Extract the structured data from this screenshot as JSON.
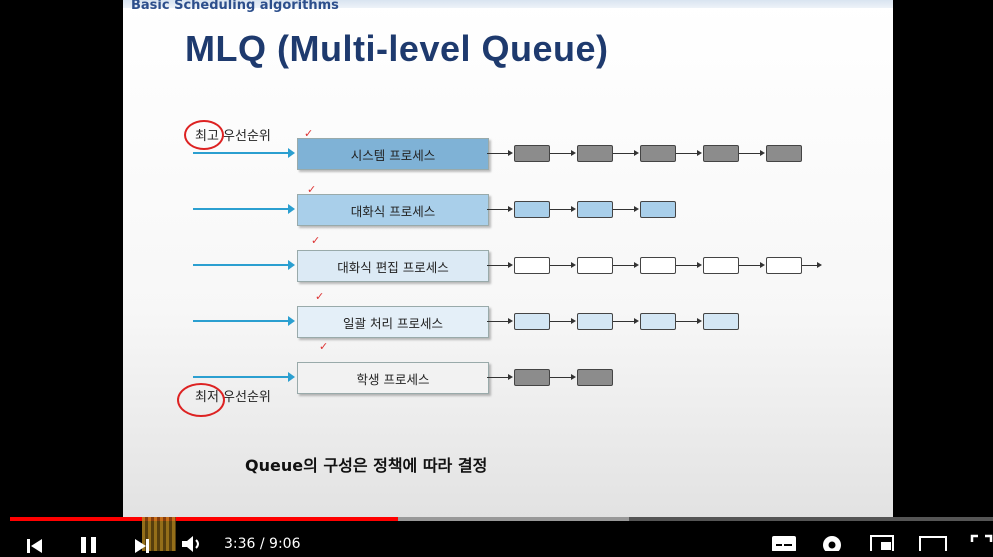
{
  "slide": {
    "breadcrumb": "Basic Scheduling algorithms",
    "title": "MLQ (Multi-level Queue)",
    "highest_priority": "최고 우선순위",
    "lowest_priority": "최저 우선순위",
    "footer": "Queue의 구성은 정책에 따라 결정",
    "queues": [
      {
        "label": "시스템 프로세스",
        "box_color": "#7fb2d6",
        "queue_color": "#8c8c8c",
        "queue_count": 5
      },
      {
        "label": "대화식 프로세스",
        "box_color": "#a9cfea",
        "queue_color": "#a9cfea",
        "queue_count": 3
      },
      {
        "label": "대화식 편집 프로세스",
        "box_color": "#dceaf5",
        "queue_color": "#ffffff",
        "queue_count": 5
      },
      {
        "label": "일괄 처리 프로세스",
        "box_color": "#e4eff8",
        "queue_color": "#d3e6f4",
        "queue_count": 4
      },
      {
        "label": "학생 프로세스",
        "box_color": "#f2f2f2",
        "queue_color": "#8c8c8c",
        "queue_count": 2
      }
    ]
  },
  "player": {
    "current_time": "3:36",
    "duration": "9:06",
    "time_display": "3:36 / 9:06",
    "played_fraction": 0.395,
    "buffered_fraction": 0.63
  }
}
